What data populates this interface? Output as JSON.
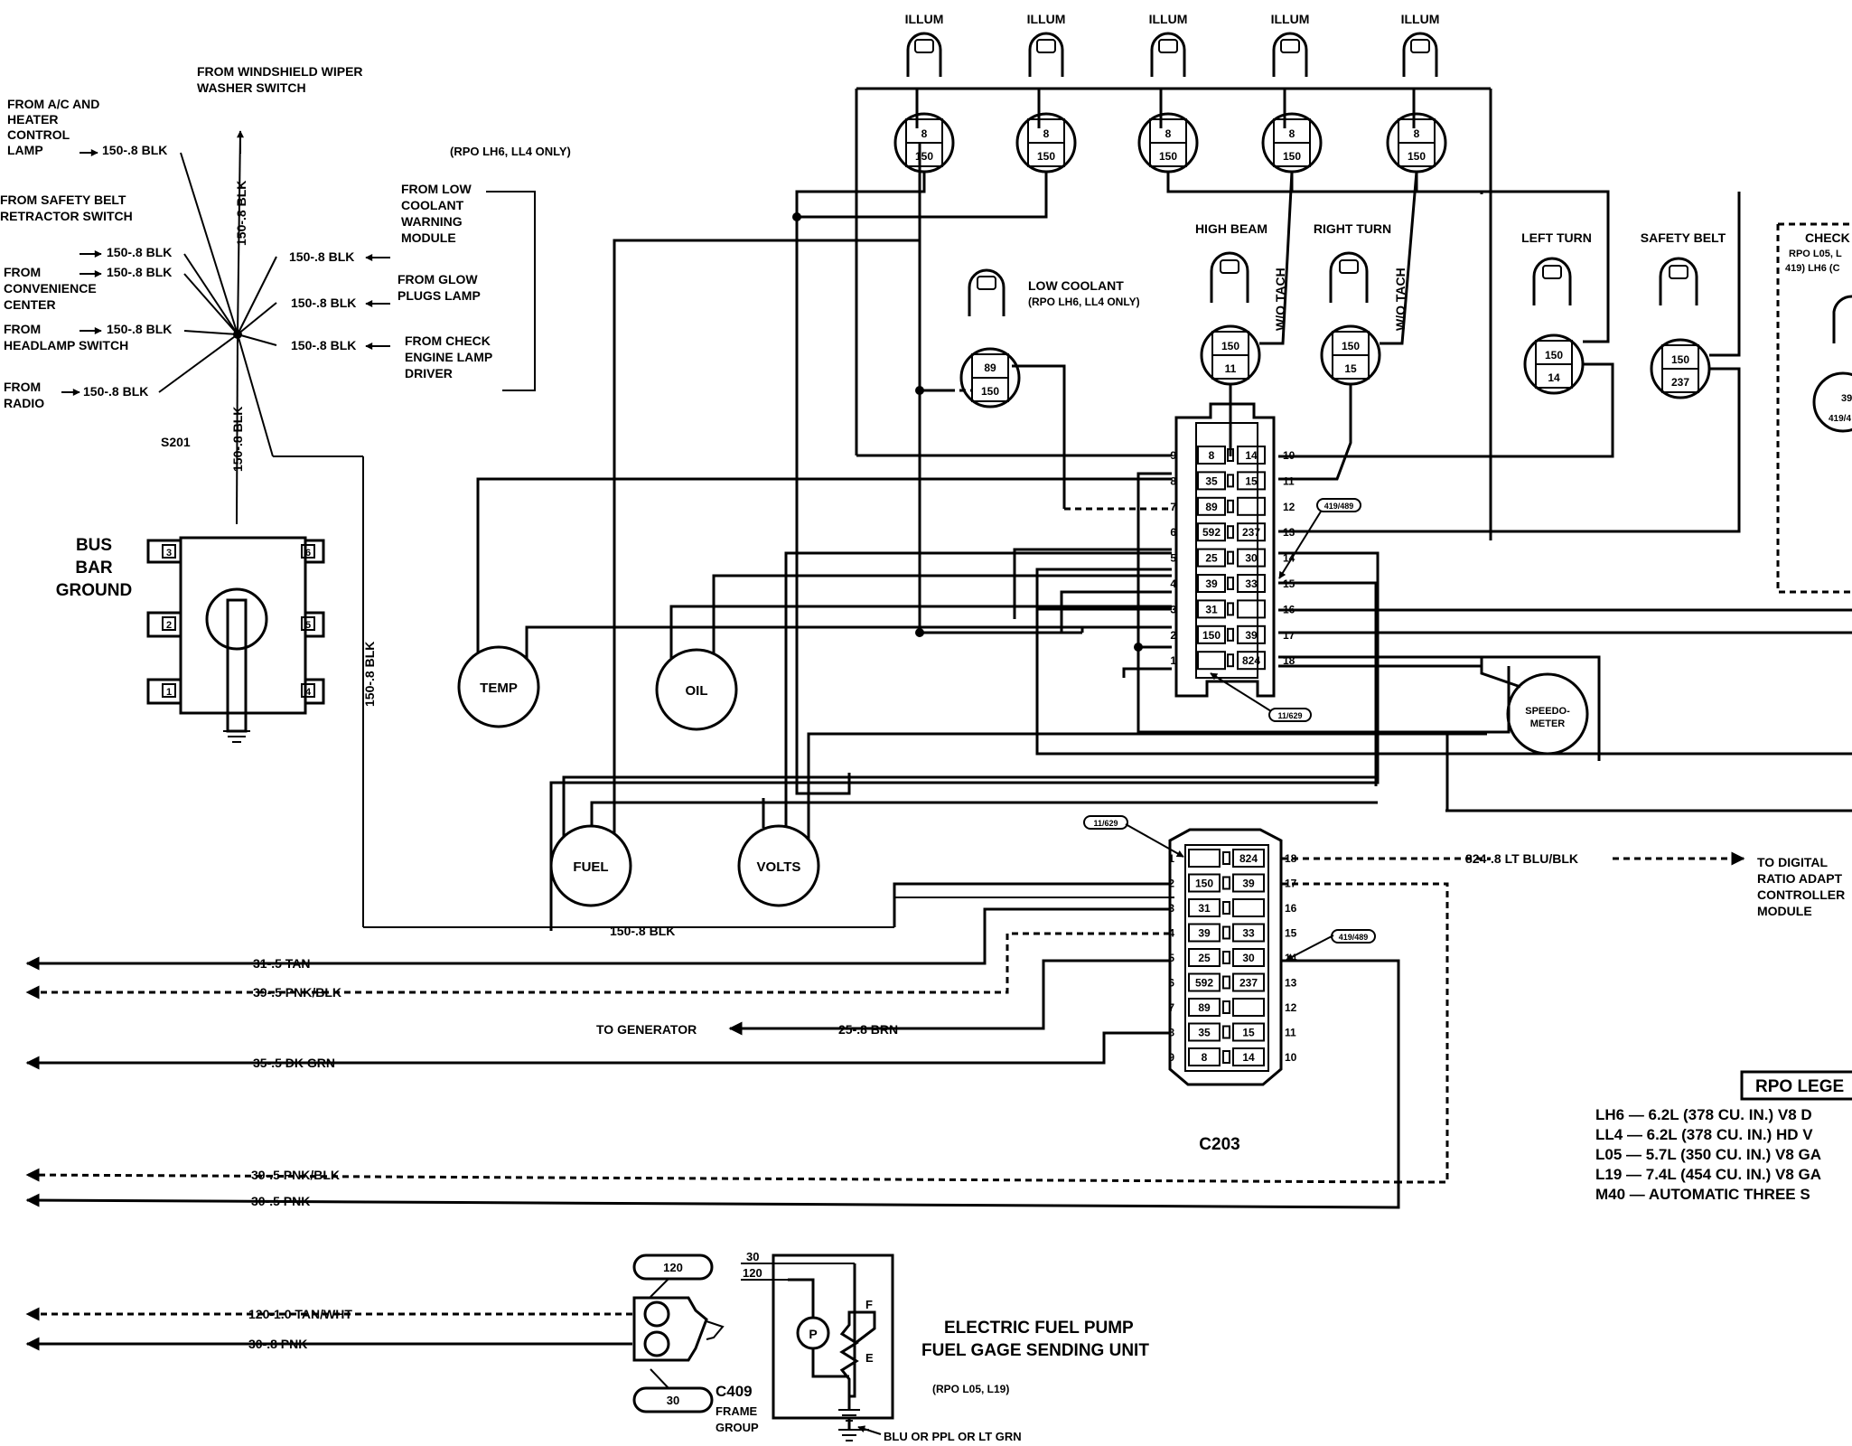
{
  "splice": {
    "name": "S201",
    "in_labels": [
      "FROM A/C AND",
      "HEATER",
      "CONTROL",
      "LAMP",
      "FROM SAFETY BELT",
      "RETRACTOR SWITCH",
      "FROM",
      "CONVENIENCE",
      "CENTER",
      "FROM",
      "HEADLAMP SWITCH",
      "FROM",
      "RADIO"
    ],
    "wire": "150-.8 BLK",
    "wire_vertical": "150-.8 BLK",
    "wiper": [
      "FROM WINDSHIELD WIPER",
      "WASHER SWITCH"
    ],
    "rpo_note": "(RPO LH6, LL4 ONLY)",
    "right_labels": [
      "FROM LOW",
      "COOLANT",
      "WARNING",
      "MODULE",
      "FROM GLOW",
      "PLUGS LAMP",
      "FROM CHECK",
      "ENGINE LAMP",
      "DRIVER"
    ]
  },
  "bus_bar": {
    "title": [
      "BUS",
      "BAR",
      "GROUND"
    ],
    "pins": [
      "3",
      "6",
      "2",
      "5",
      "1",
      "4"
    ]
  },
  "lamps": {
    "illum_label": "ILLUM",
    "upper_codes": [
      "8",
      "150"
    ],
    "high_beam": "HIGH BEAM",
    "right_turn": "RIGHT TURN",
    "left_turn": "LEFT TURN",
    "safety_belt": "SAFETY BELT",
    "check": [
      "CHECK",
      "RPO L05, L",
      "419) LH6 (C"
    ],
    "low_coolant": [
      "LOW COOLANT",
      "(RPO LH6, LL4 ONLY)"
    ],
    "wo_tach": "W/O TACH",
    "hb_codes": [
      "150",
      "11"
    ],
    "rt_codes": [
      "150",
      "15"
    ],
    "lt_codes": [
      "150",
      "14"
    ],
    "sb_codes": [
      "150",
      "237"
    ],
    "lc_codes": [
      "89",
      "150"
    ],
    "chk_codes": [
      "39",
      "419/4"
    ]
  },
  "upper_connector": {
    "left_cells": [
      "8",
      "35",
      "89",
      "592",
      "25",
      "39",
      "31",
      "150",
      ""
    ],
    "left_pins": [
      "9",
      "8",
      "7",
      "6",
      "5",
      "4",
      "3",
      "2",
      "1"
    ],
    "right_cells": [
      "14",
      "15",
      "",
      "237",
      "30",
      "33",
      "",
      "39",
      "824"
    ],
    "right_pins": [
      "10",
      "11",
      "12",
      "13",
      "14",
      "15",
      "16",
      "17",
      "18"
    ],
    "tag_upper": "419/489",
    "tag_lower": "11/629"
  },
  "gauges": [
    "TEMP",
    "OIL",
    "FUEL",
    "VOLTS",
    "SPEEDO-",
    "METER"
  ],
  "c203": {
    "name": "C203",
    "left_cells": [
      "",
      "150",
      "31",
      "39",
      "25",
      "592",
      "89",
      "35",
      "8"
    ],
    "left_pins": [
      "1",
      "2",
      "3",
      "4",
      "5",
      "6",
      "7",
      "8",
      "9"
    ],
    "right_cells": [
      "824",
      "39",
      "",
      "33",
      "30",
      "237",
      "",
      "15",
      "14"
    ],
    "right_pins": [
      "18",
      "17",
      "16",
      "15",
      "14",
      "13",
      "12",
      "11",
      "10"
    ],
    "tag_upper": "11/629",
    "tag_lower": "419/489"
  },
  "harness": {
    "w150": "150-.8 BLK",
    "w31": "31-.5 TAN",
    "w39a": "39-.5 PNK/BLK",
    "to_generator": "TO GENERATOR",
    "w25": "25-.8 BRN",
    "w35": "35-.5 DK GRN",
    "w39b": "39-.5 PNK/BLK",
    "w30": "30-.5 PNK",
    "w824": "824-.8 LT BLU/BLK",
    "to_digital": [
      "TO DIGITAL",
      "RATIO ADAPT",
      "CONTROLLER",
      "MODULE"
    ],
    "w120": "120-1.0 TAN/WHT",
    "w30b": "30-.8 PNK"
  },
  "rpo_legend": {
    "title": "RPO LEGE",
    "lines": [
      "LH6 — 6.2L (378 CU. IN.) V8 D",
      "LL4 — 6.2L (378 CU. IN.) HD V",
      "L05 — 5.7L (350 CU. IN.) V8 GA",
      "L19 — 7.4L (454 CU. IN.) V8 GA",
      "M40 — AUTOMATIC THREE S"
    ]
  },
  "fuel_pump": {
    "c409": [
      "C409",
      "FRAME",
      "GROUP"
    ],
    "cav_120": "120",
    "cav_30": "30",
    "in_30": "30",
    "in_120": "120",
    "letters": [
      "P",
      "F",
      "E"
    ],
    "title": [
      "ELECTRIC FUEL PUMP",
      "FUEL GAGE SENDING UNIT"
    ],
    "rpo": "(RPO L05, L19)",
    "ground_wire": "BLU OR PPL OR LT GRN"
  }
}
